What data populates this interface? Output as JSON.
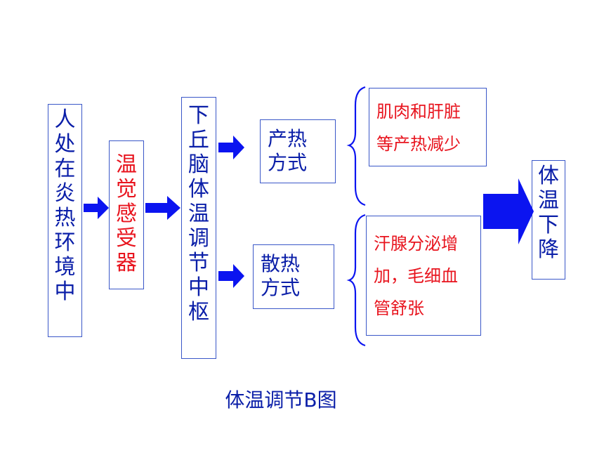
{
  "nodes": {
    "environment": "人处在炎热环境中",
    "receptor": "温觉感受器",
    "center": "下丘脑体温调节中枢",
    "heat_production": "产热\n方式",
    "heat_loss": "散热\n方式",
    "production_effect": "肌肉和肝脏\n等产热减少",
    "loss_effect": "汗腺分泌增\n加，毛细血\n管舒张",
    "result": "体温下降"
  },
  "caption": "体温调节B图",
  "colors": {
    "arrow": "#0b14f0",
    "border": "#3a57c8",
    "blue_text": "#0a1ea8",
    "red_text": "#e8141e"
  }
}
